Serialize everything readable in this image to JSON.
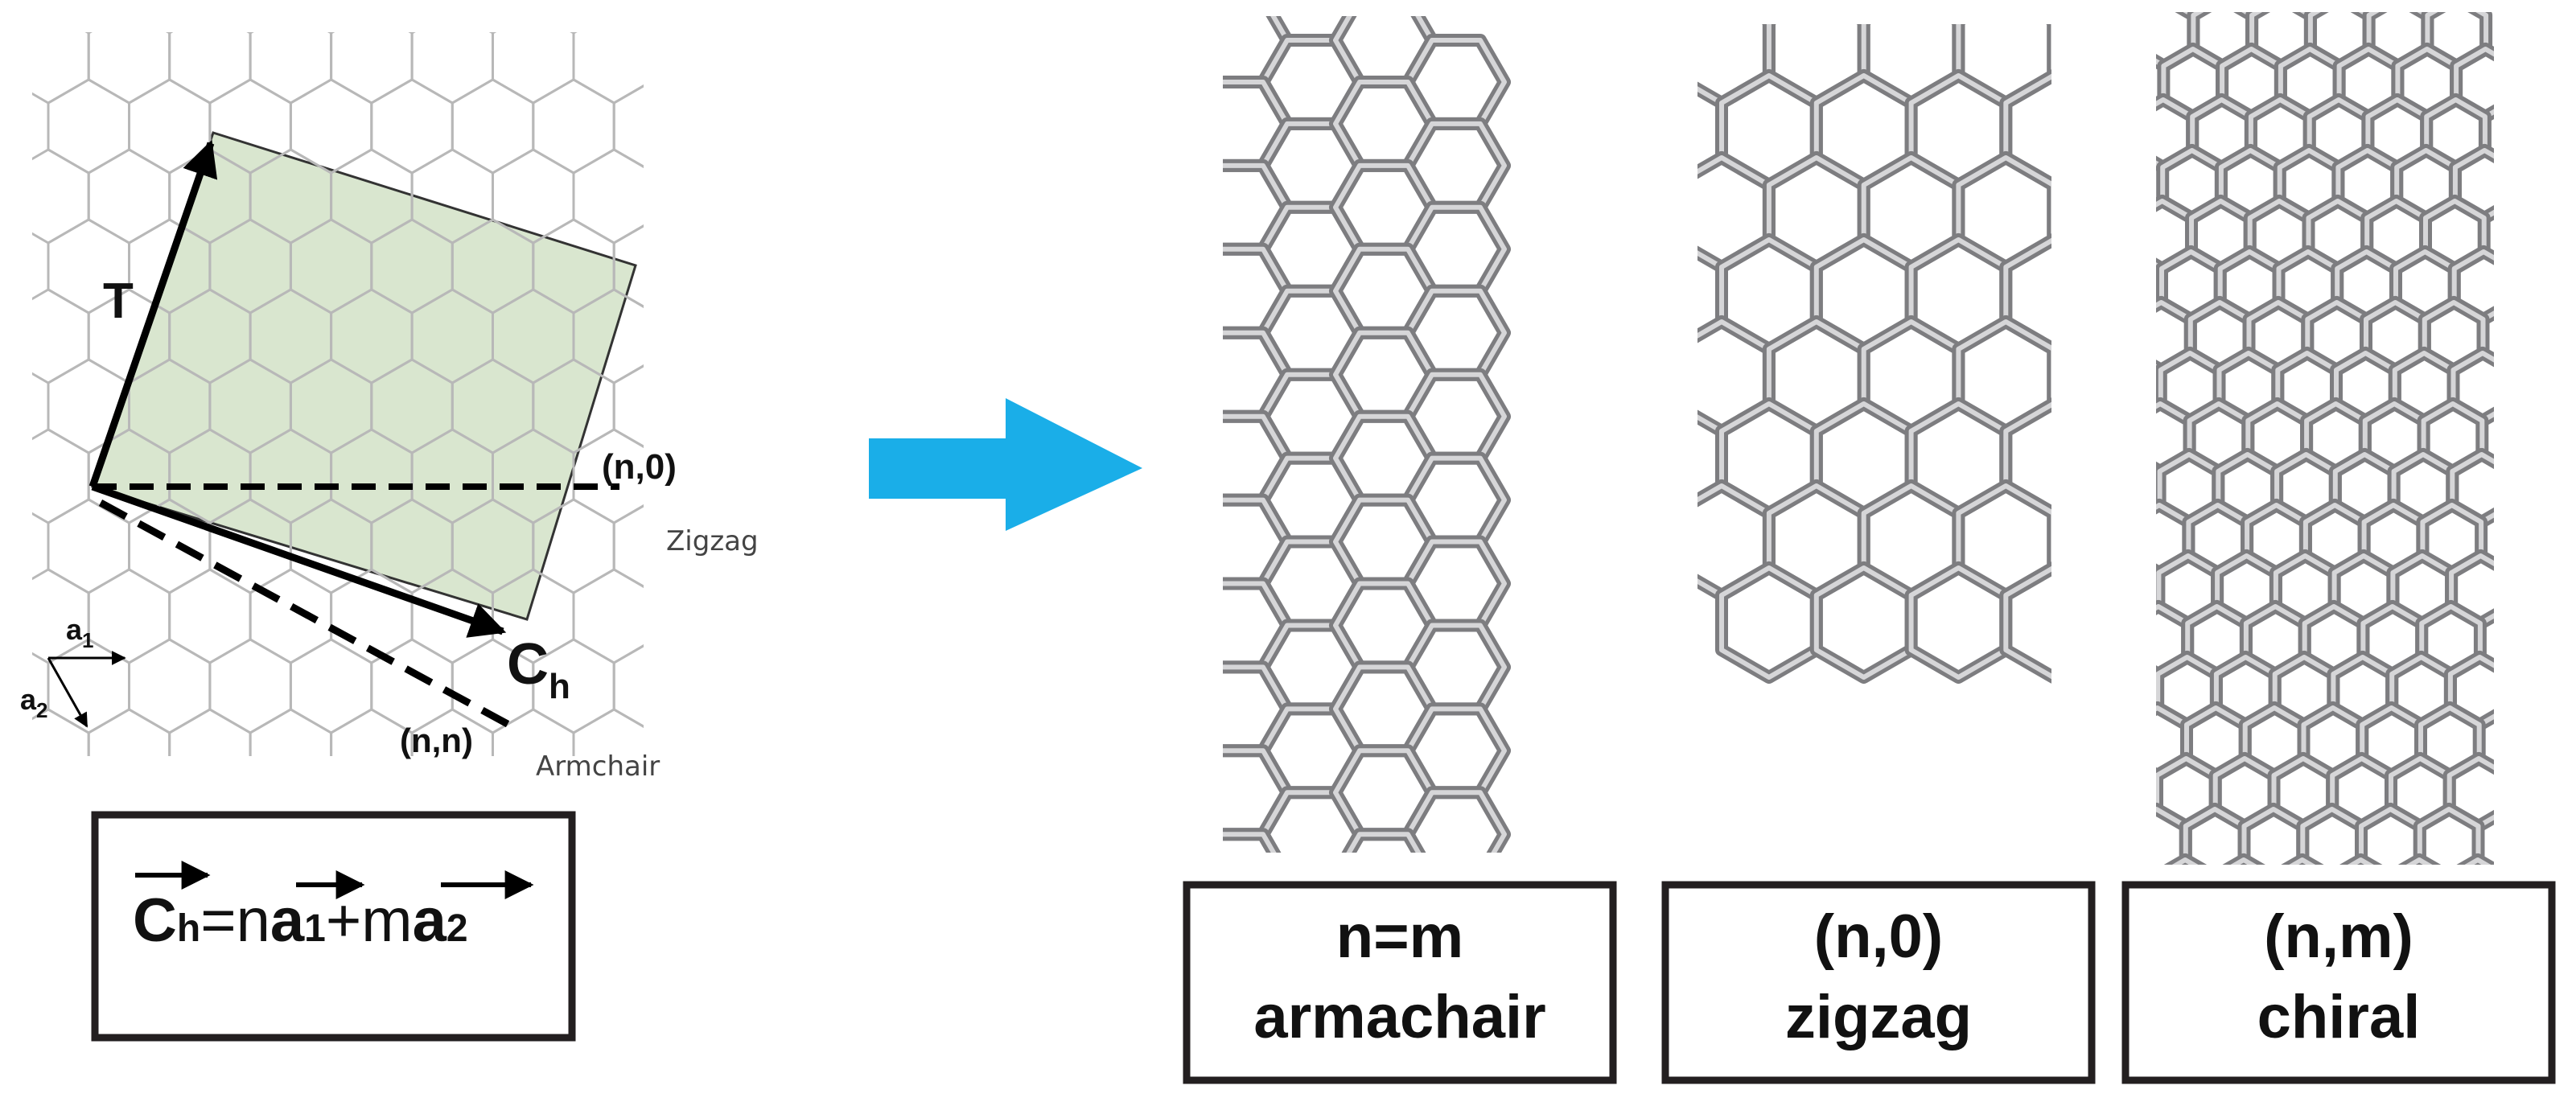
{
  "lattice": {
    "vector_T": "T",
    "vector_Ch_main": "C",
    "vector_Ch_sub": "h",
    "zigzag_index": "(n,0)",
    "zigzag_name": "Zigzag",
    "armchair_index": "(n,n)",
    "armchair_name": "Armchair",
    "basis_a1_main": "a",
    "basis_a1_sub": "1",
    "basis_a2_main": "a",
    "basis_a2_sub": "2"
  },
  "formula": {
    "c_main": "C",
    "c_sub": "h",
    "equals_n": "=n",
    "a_main_1": "a",
    "a_sub_1": "1",
    "plus_m": "+m",
    "a_main_2": "a",
    "a_sub_2": "2"
  },
  "colors": {
    "unit_cell_fill": "#d9e6cf",
    "hex_grid": "#b8b8b8",
    "arrow_fill": "#1aaee8",
    "frame": "#231f20",
    "tube_stroke": "#7d7d80",
    "tube_highlight": "#d6d6d8"
  },
  "tubes": [
    {
      "index": "n=m",
      "name": "armachair"
    },
    {
      "index": "(n,0)",
      "name": "zigzag"
    },
    {
      "index": "(n,m)",
      "name": "chiral"
    }
  ]
}
